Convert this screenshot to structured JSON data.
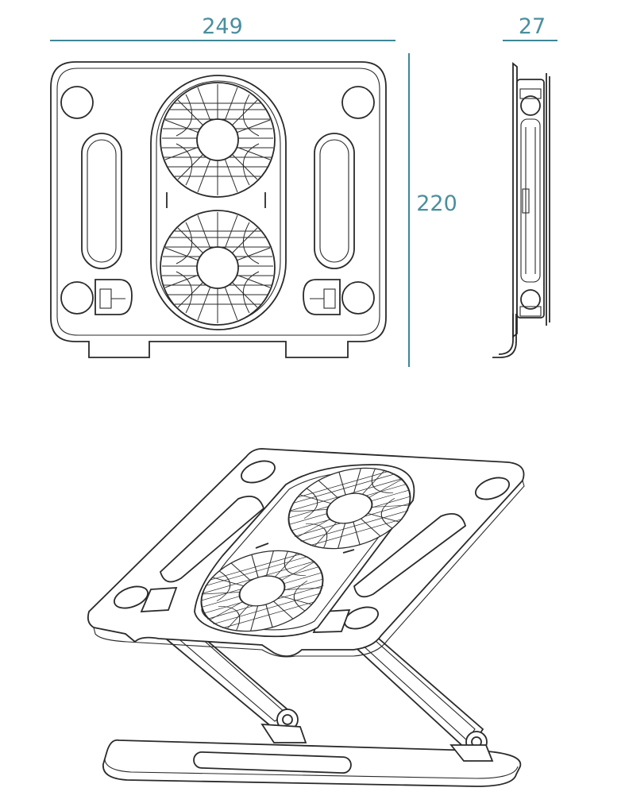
{
  "dimensions": {
    "width_label": "249",
    "depth_label": "27",
    "height_label": "220"
  },
  "colors": {
    "dimension": "#4a8f9e",
    "outline": "#2a2a2a",
    "background": "#ffffff"
  },
  "views": [
    "front-view",
    "side-view",
    "isometric-view"
  ]
}
